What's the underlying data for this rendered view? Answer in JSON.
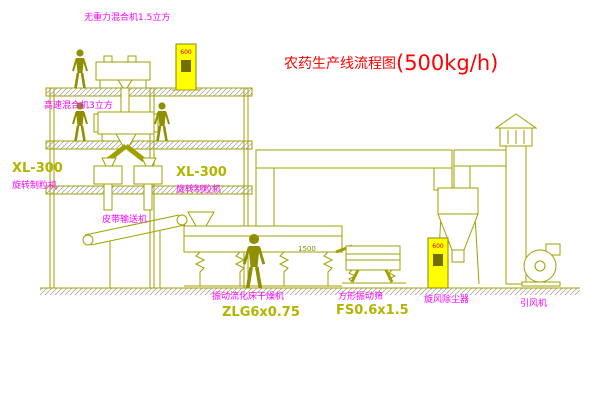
{
  "title": {
    "name": "农药生产线流程图",
    "capacity": "(500kg/h)"
  },
  "labels": {
    "gravity_mixer": "无重力混合机1.5立方",
    "high_speed_mixer": "高速混合机3立方",
    "granulator_left_model": "XL-300",
    "granulator_left_name": "旋转制粒机",
    "granulator_right_model": "XL-300",
    "granulator_right_name": "旋转制粒机",
    "belt_conveyor": "皮带输送机",
    "dryer_name": "振动流化床干燥机",
    "dryer_model": "ZLG6x0.75",
    "screen_name": "方形振动筛",
    "screen_model": "FS0.6x1.5",
    "screen_dimension": "1500",
    "cyclone": "旋风除尘器",
    "fan": "引风机",
    "cabinet_top": "600",
    "cabinet_right": "600"
  },
  "colors": {
    "background": "#ffffff",
    "drawing_line": "#a0a000",
    "label_magenta": "#ff00ff",
    "title_red": "#ff0000",
    "model_olive": "#b4b400",
    "cabinet_yellow": "#ffff00",
    "figure_olive": "#8f8f00"
  }
}
